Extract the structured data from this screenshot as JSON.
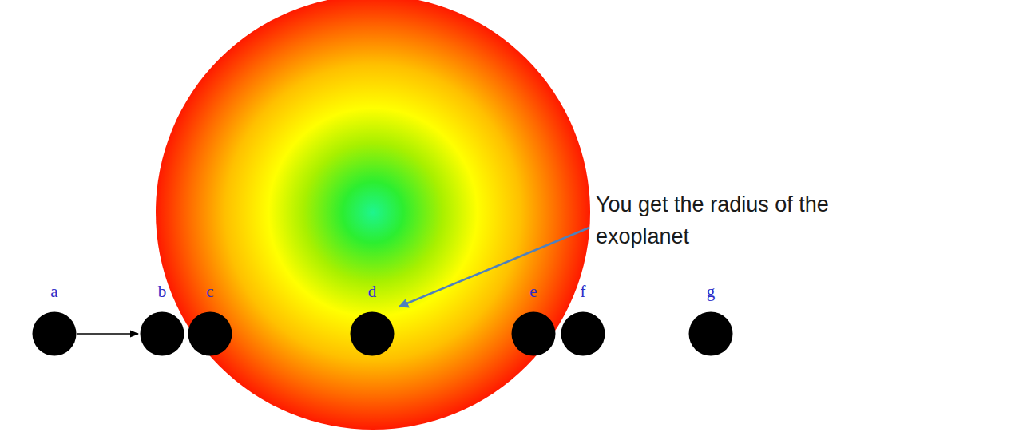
{
  "diagram": {
    "nodes": [
      {
        "text": [
          "a"
        ]
      },
      {
        "text": [
          "b"
        ]
      },
      {
        "text": [
          "c"
        ]
      },
      {
        "text": [
          "d"
        ]
      },
      {
        "text": [
          "e"
        ]
      },
      {
        "text": [
          "f"
        ]
      },
      {
        "text": [
          "g"
        ]
      }
    ],
    "edges": [
      {
        "from": 0,
        "to": 1,
        "arrow": "to"
      }
    ],
    "labels": [
      "You get the radius of the exoplanet"
    ]
  }
}
